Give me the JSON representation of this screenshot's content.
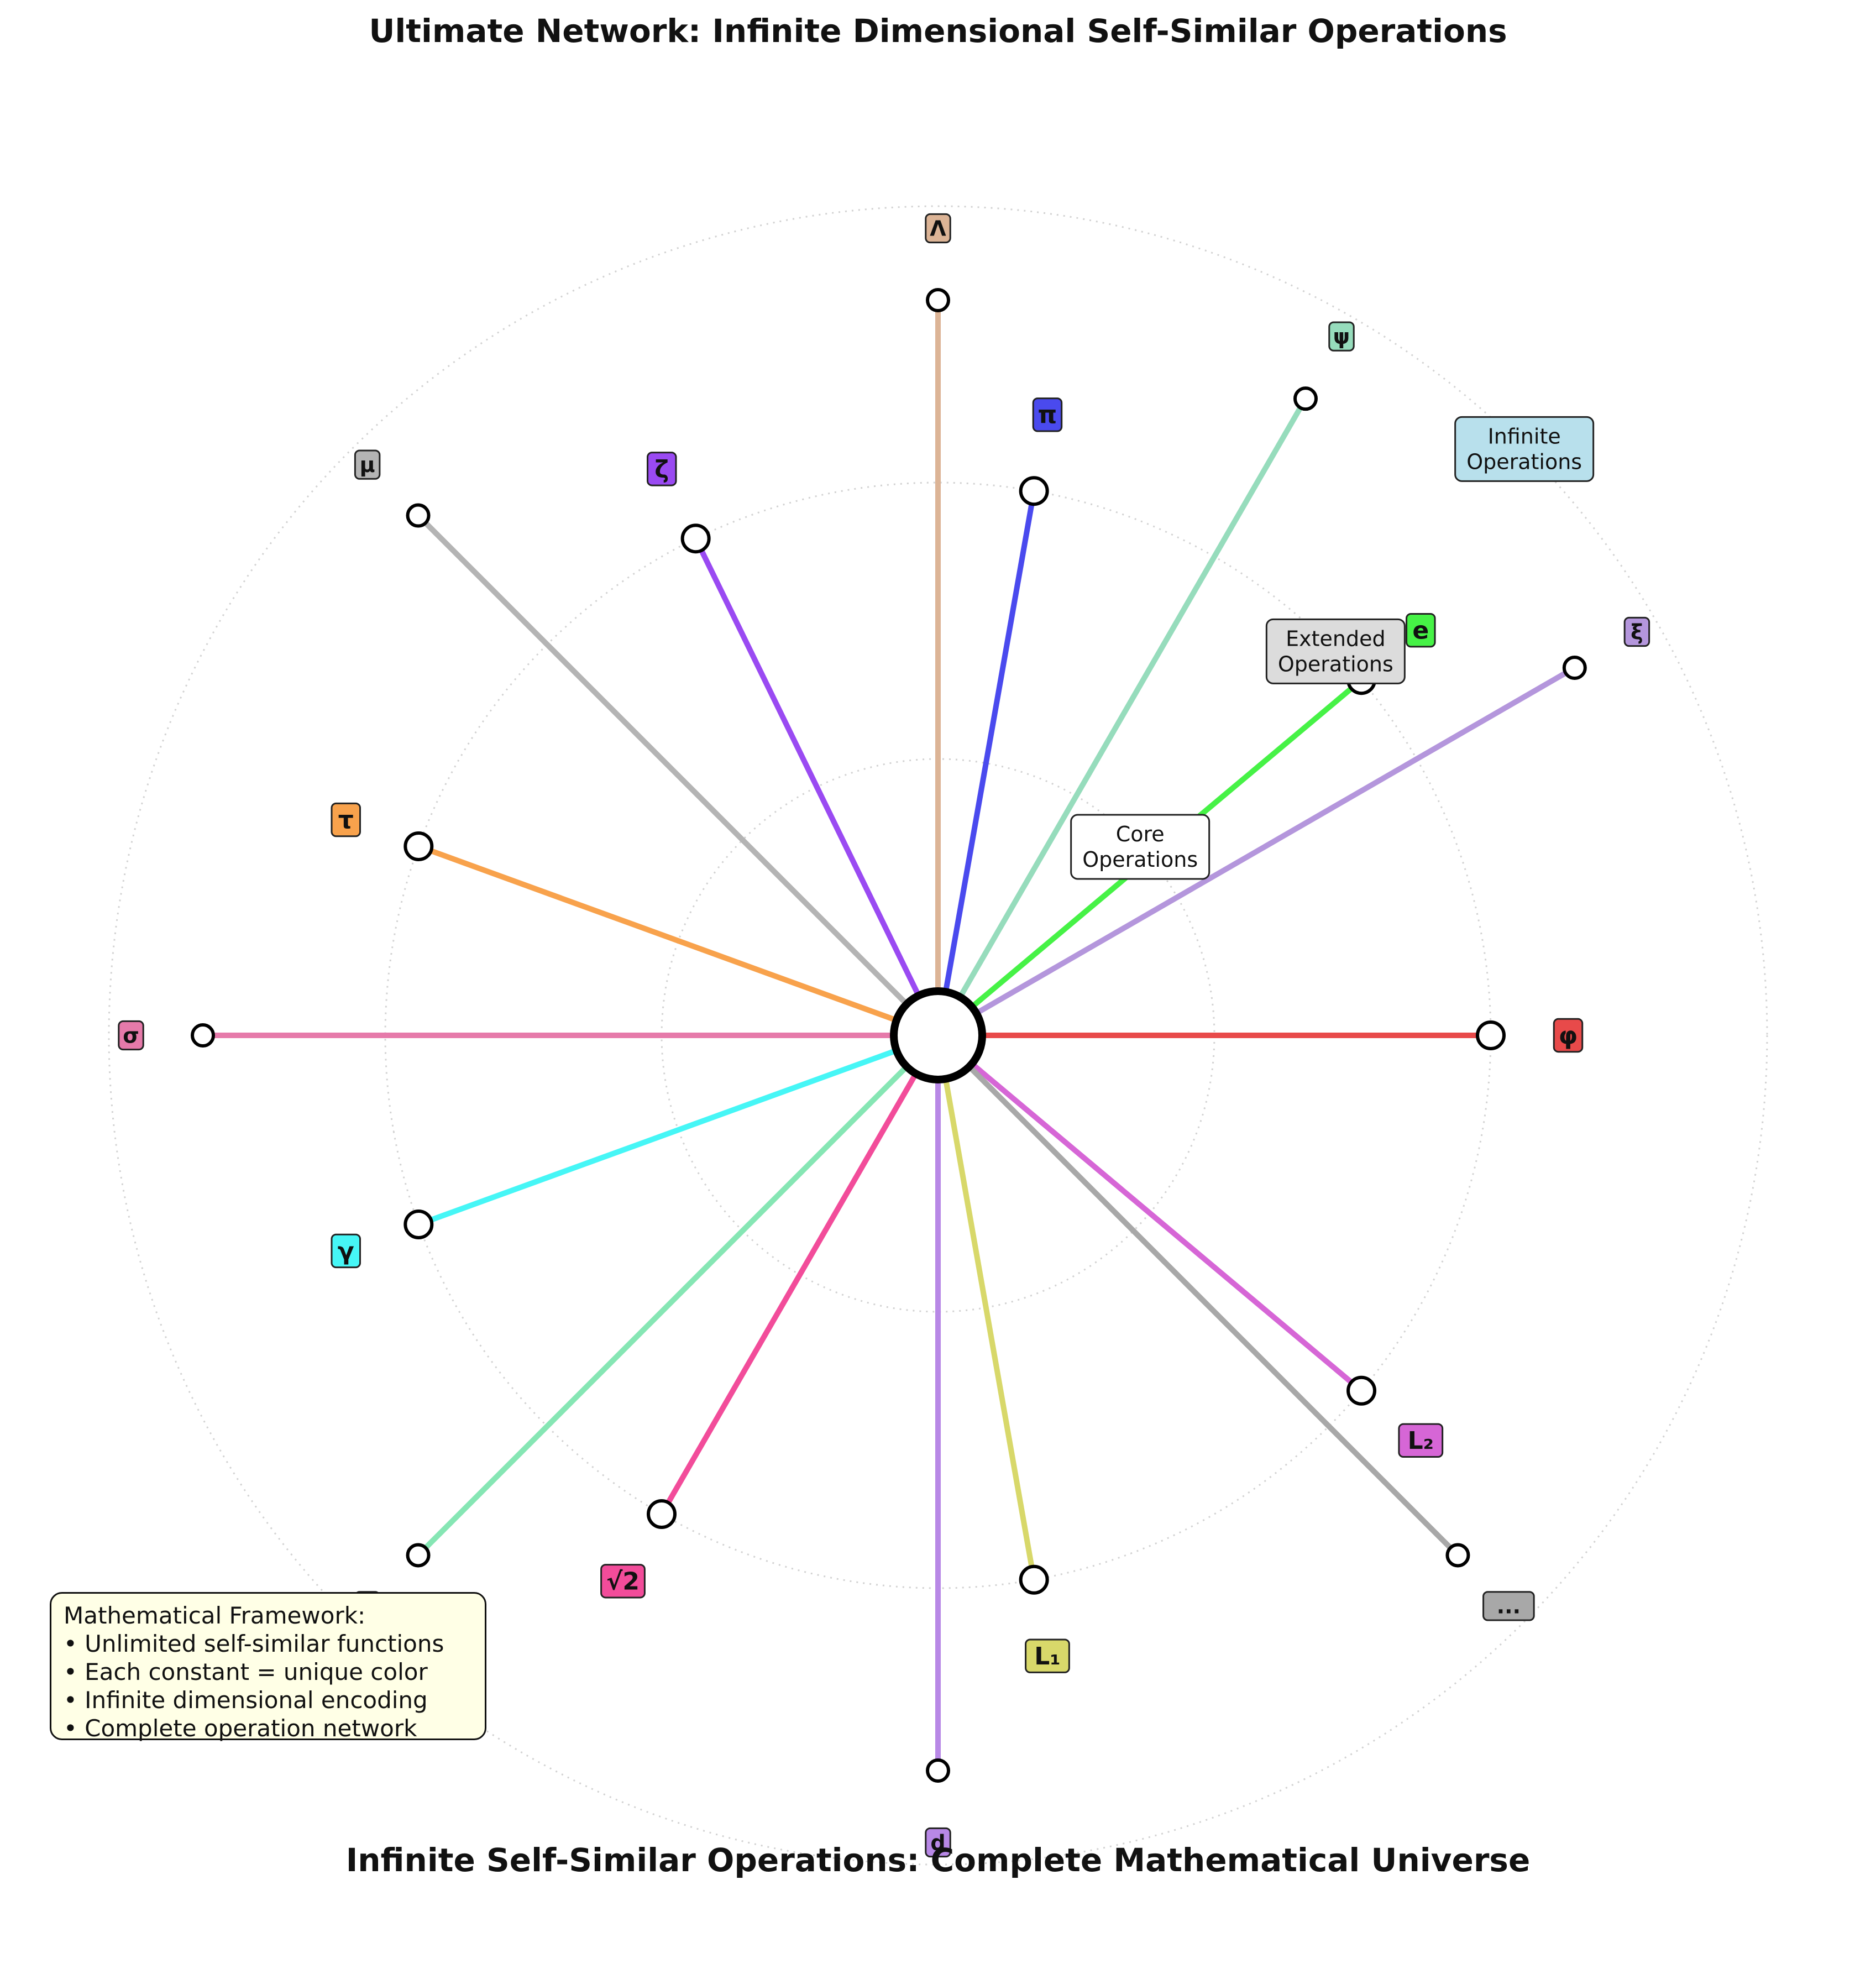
{
  "figure": {
    "title": "Ultimate Network: Infinite Dimensional Self-Similar Operations",
    "subtitle": "Infinite Self-Similar Operations: Complete Mathematical Universe"
  },
  "hub": {
    "label": ""
  },
  "rings": [
    {
      "label": "Core\nOperations"
    },
    {
      "label": "Extended\nOperations"
    },
    {
      "label": "Infinite\nOperations"
    }
  ],
  "nodes": [
    {
      "label": "φ",
      "angle_deg": 0,
      "level": 2,
      "color": "#e84a4a"
    },
    {
      "label": "π",
      "angle_deg": 80,
      "level": 2,
      "color": "#4a4aee"
    },
    {
      "label": "e",
      "angle_deg": 40,
      "level": 2,
      "color": "#46f246"
    },
    {
      "label": "ζ",
      "angle_deg": 116,
      "level": 2,
      "color": "#9a4af2"
    },
    {
      "label": "τ",
      "angle_deg": 160,
      "level": 2,
      "color": "#f8a24c"
    },
    {
      "label": "γ",
      "angle_deg": 200,
      "level": 2,
      "color": "#46f6f6"
    },
    {
      "label": "√2",
      "angle_deg": 240,
      "level": 2,
      "color": "#f24c9a"
    },
    {
      "label": "L₁",
      "angle_deg": 280,
      "level": 2,
      "color": "#d8d86a"
    },
    {
      "label": "L₂",
      "angle_deg": 320,
      "level": 2,
      "color": "#d666d6"
    },
    {
      "label": "ψ",
      "angle_deg": 60,
      "level": 3,
      "color": "#96dcbc"
    },
    {
      "label": "ξ",
      "angle_deg": 30,
      "level": 3,
      "color": "#b496dc"
    },
    {
      "label": "Λ",
      "angle_deg": 90,
      "level": 3,
      "color": "#dcb496"
    },
    {
      "label": "μ",
      "angle_deg": 135,
      "level": 3,
      "color": "#b4b4b4"
    },
    {
      "label": "σ",
      "angle_deg": 180,
      "level": 3,
      "color": "#e67aaa"
    },
    {
      "label": "",
      "angle_deg": 225,
      "level": 3,
      "color": "#86e6b4"
    },
    {
      "label": "d",
      "angle_deg": 270,
      "level": 3,
      "color": "#b888e6"
    },
    {
      "label": "...",
      "angle_deg": 315,
      "level": 3,
      "color": "#a8a8a8"
    }
  ],
  "framework": {
    "heading": "Mathematical Framework:",
    "items": [
      "• Unlimited self-similar functions",
      "• Each constant = unique color",
      "• Infinite dimensional encoding",
      "• Complete operation network"
    ]
  }
}
